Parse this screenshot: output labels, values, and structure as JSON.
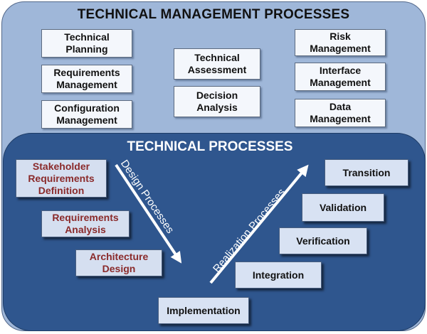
{
  "outer_title": "TECHNICAL MANAGEMENT PROCESSES",
  "inner_title": "TECHNICAL PROCESSES",
  "management_boxes": {
    "technical_planning": "Technical\nPlanning",
    "requirements_management": "Requirements\nManagement",
    "configuration_management": "Configuration\nManagement",
    "technical_assessment": "Technical\nAssessment",
    "decision_analysis": "Decision\nAnalysis",
    "risk_management": "Risk\nManagement",
    "interface_management": "Interface\nManagement",
    "data_management": "Data\nManagement"
  },
  "design_boxes": {
    "stakeholder_requirements_definition": "Stakeholder\nRequirements\nDefinition",
    "requirements_analysis": "Requirements\nAnalysis",
    "architecture_design": "Architecture\nDesign"
  },
  "realization_boxes": {
    "implementation": "Implementation",
    "integration": "Integration",
    "verification": "Verification",
    "validation": "Validation",
    "transition": "Transition"
  },
  "arrow_labels": {
    "design": "Design Processes",
    "realization": "Realization Processes"
  },
  "colors": {
    "outer_panel": "#9fb7d9",
    "inner_panel": "#2f568e",
    "design_text": "#8a2a2a",
    "arrow": "#ffffff"
  }
}
